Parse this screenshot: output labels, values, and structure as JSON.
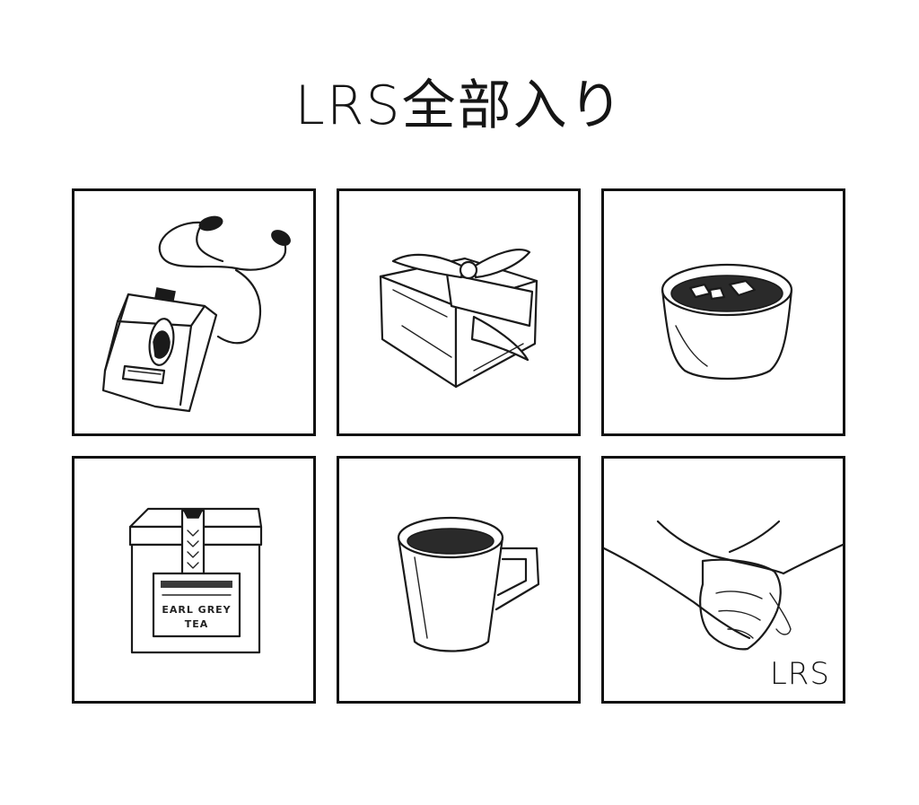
{
  "title": "LRS全部入り",
  "panels": [
    {
      "subject": "cassette-player-with-earphones"
    },
    {
      "subject": "furoshiki-wrapped-lunch-box"
    },
    {
      "subject": "cup-of-iced-drink"
    },
    {
      "subject": "earl-grey-tea-tin",
      "label_line1": "EARL GREY",
      "label_line2": "TEA"
    },
    {
      "subject": "coffee-mug"
    },
    {
      "subject": "holding-hands",
      "signature": "LRS"
    }
  ]
}
